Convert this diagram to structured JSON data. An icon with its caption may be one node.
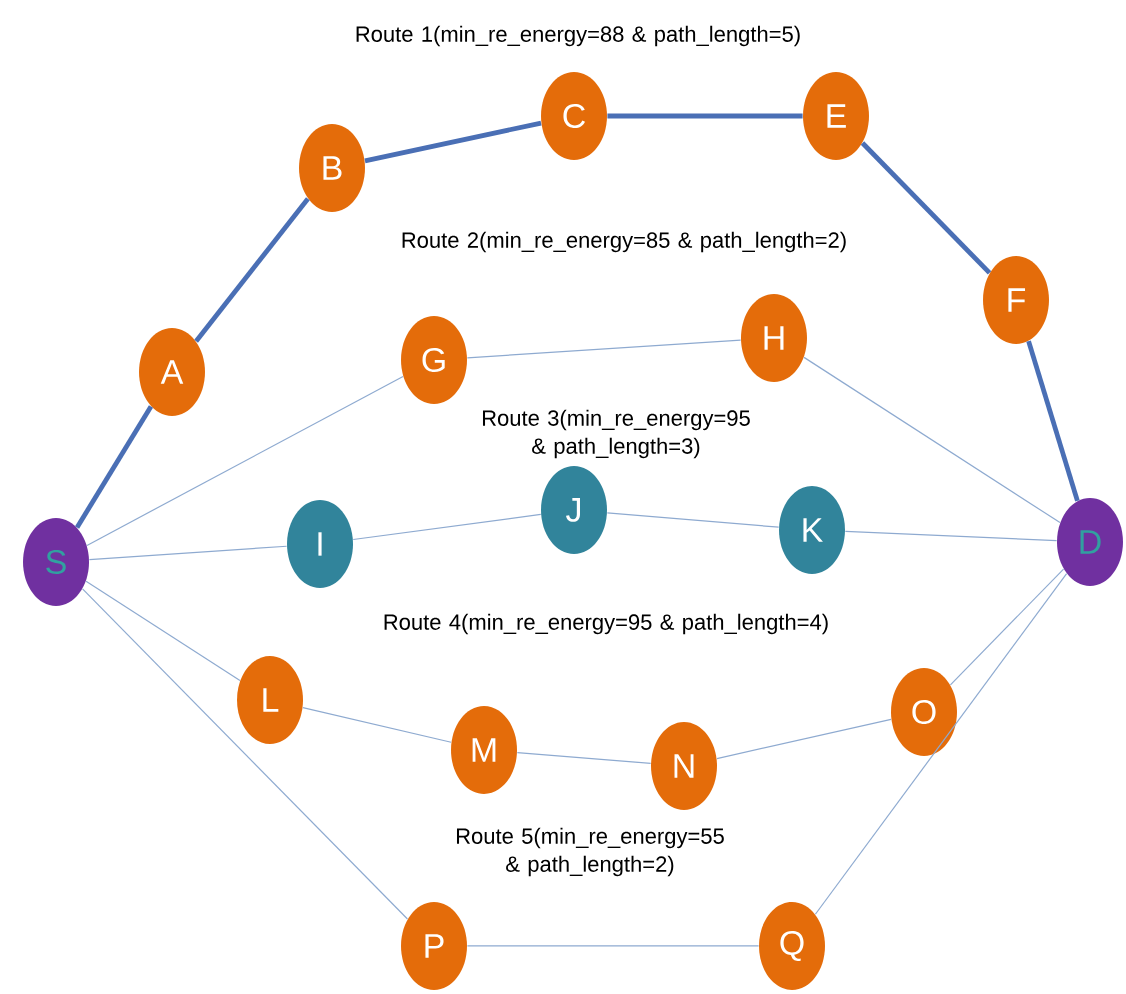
{
  "diagram": {
    "nodes": [
      {
        "text": [
          "S"
        ]
      },
      {
        "text": [
          "A"
        ]
      },
      {
        "text": [
          "B"
        ]
      },
      {
        "text": [
          "C"
        ]
      },
      {
        "text": [
          "E"
        ]
      },
      {
        "text": [
          "F"
        ]
      },
      {
        "text": [
          "D"
        ]
      },
      {
        "text": [
          "G"
        ]
      },
      {
        "text": [
          "H"
        ]
      },
      {
        "text": [
          "I"
        ]
      },
      {
        "text": [
          "J"
        ]
      },
      {
        "text": [
          "K"
        ]
      },
      {
        "text": [
          "L"
        ]
      },
      {
        "text": [
          "M"
        ]
      },
      {
        "text": [
          "N"
        ]
      },
      {
        "text": [
          "O"
        ]
      },
      {
        "text": [
          "P"
        ]
      },
      {
        "text": [
          "Q"
        ]
      }
    ],
    "edges": [
      {
        "from": 0,
        "to": 1,
        "arrow": "none",
        "style": "thick",
        "color": "#4a6fb5"
      },
      {
        "from": 1,
        "to": 2,
        "arrow": "none",
        "style": "thick",
        "color": "#4a6fb5"
      },
      {
        "from": 2,
        "to": 3,
        "arrow": "none",
        "style": "thick",
        "color": "#4a6fb5"
      },
      {
        "from": 3,
        "to": 4,
        "arrow": "none",
        "style": "thick",
        "color": "#4a6fb5"
      },
      {
        "from": 4,
        "to": 5,
        "arrow": "none",
        "style": "thick",
        "color": "#4a6fb5"
      },
      {
        "from": 5,
        "to": 6,
        "arrow": "none",
        "style": "thick",
        "color": "#4a6fb5"
      },
      {
        "from": 0,
        "to": 7,
        "arrow": "none"
      },
      {
        "from": 7,
        "to": 8,
        "arrow": "none"
      },
      {
        "from": 8,
        "to": 6,
        "arrow": "none"
      },
      {
        "from": 0,
        "to": 9,
        "arrow": "none"
      },
      {
        "from": 9,
        "to": 10,
        "arrow": "none"
      },
      {
        "from": 10,
        "to": 11,
        "arrow": "none"
      },
      {
        "from": 11,
        "to": 6,
        "arrow": "none"
      },
      {
        "from": 0,
        "to": 12,
        "arrow": "none"
      },
      {
        "from": 12,
        "to": 13,
        "arrow": "none"
      },
      {
        "from": 13,
        "to": 14,
        "arrow": "none"
      },
      {
        "from": 14,
        "to": 15,
        "arrow": "none"
      },
      {
        "from": 15,
        "to": 6,
        "arrow": "none"
      },
      {
        "from": 0,
        "to": 16,
        "arrow": "none"
      },
      {
        "from": 16,
        "to": 17,
        "arrow": "none"
      },
      {
        "from": 17,
        "to": 6,
        "arrow": "none"
      }
    ],
    "labels": [
      "Route 1(min_re_energy=88 &  path_length=5)",
      "Route 2(min_re_energy=85 & path_length=2)",
      "Route 3(min_re_energy=95 & path_length=3)",
      "Route 4(min_re_energy=95 & path_length=4)",
      "Route 5(min_re_energy=55 & path_length=2)"
    ]
  }
}
